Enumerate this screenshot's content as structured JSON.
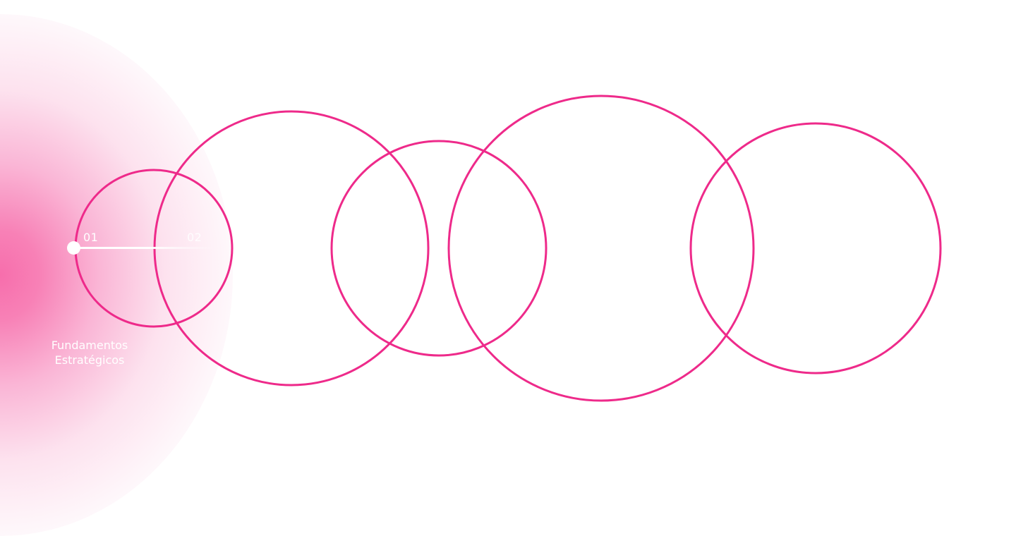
{
  "accent_color": "#ee2a8a",
  "timeline": {
    "active_step": 1,
    "steps": [
      {
        "number": "01",
        "label_line1": "Fundamentos",
        "label_line2": "Estratégicos"
      },
      {
        "number": "02"
      }
    ]
  },
  "circles_count": 5
}
